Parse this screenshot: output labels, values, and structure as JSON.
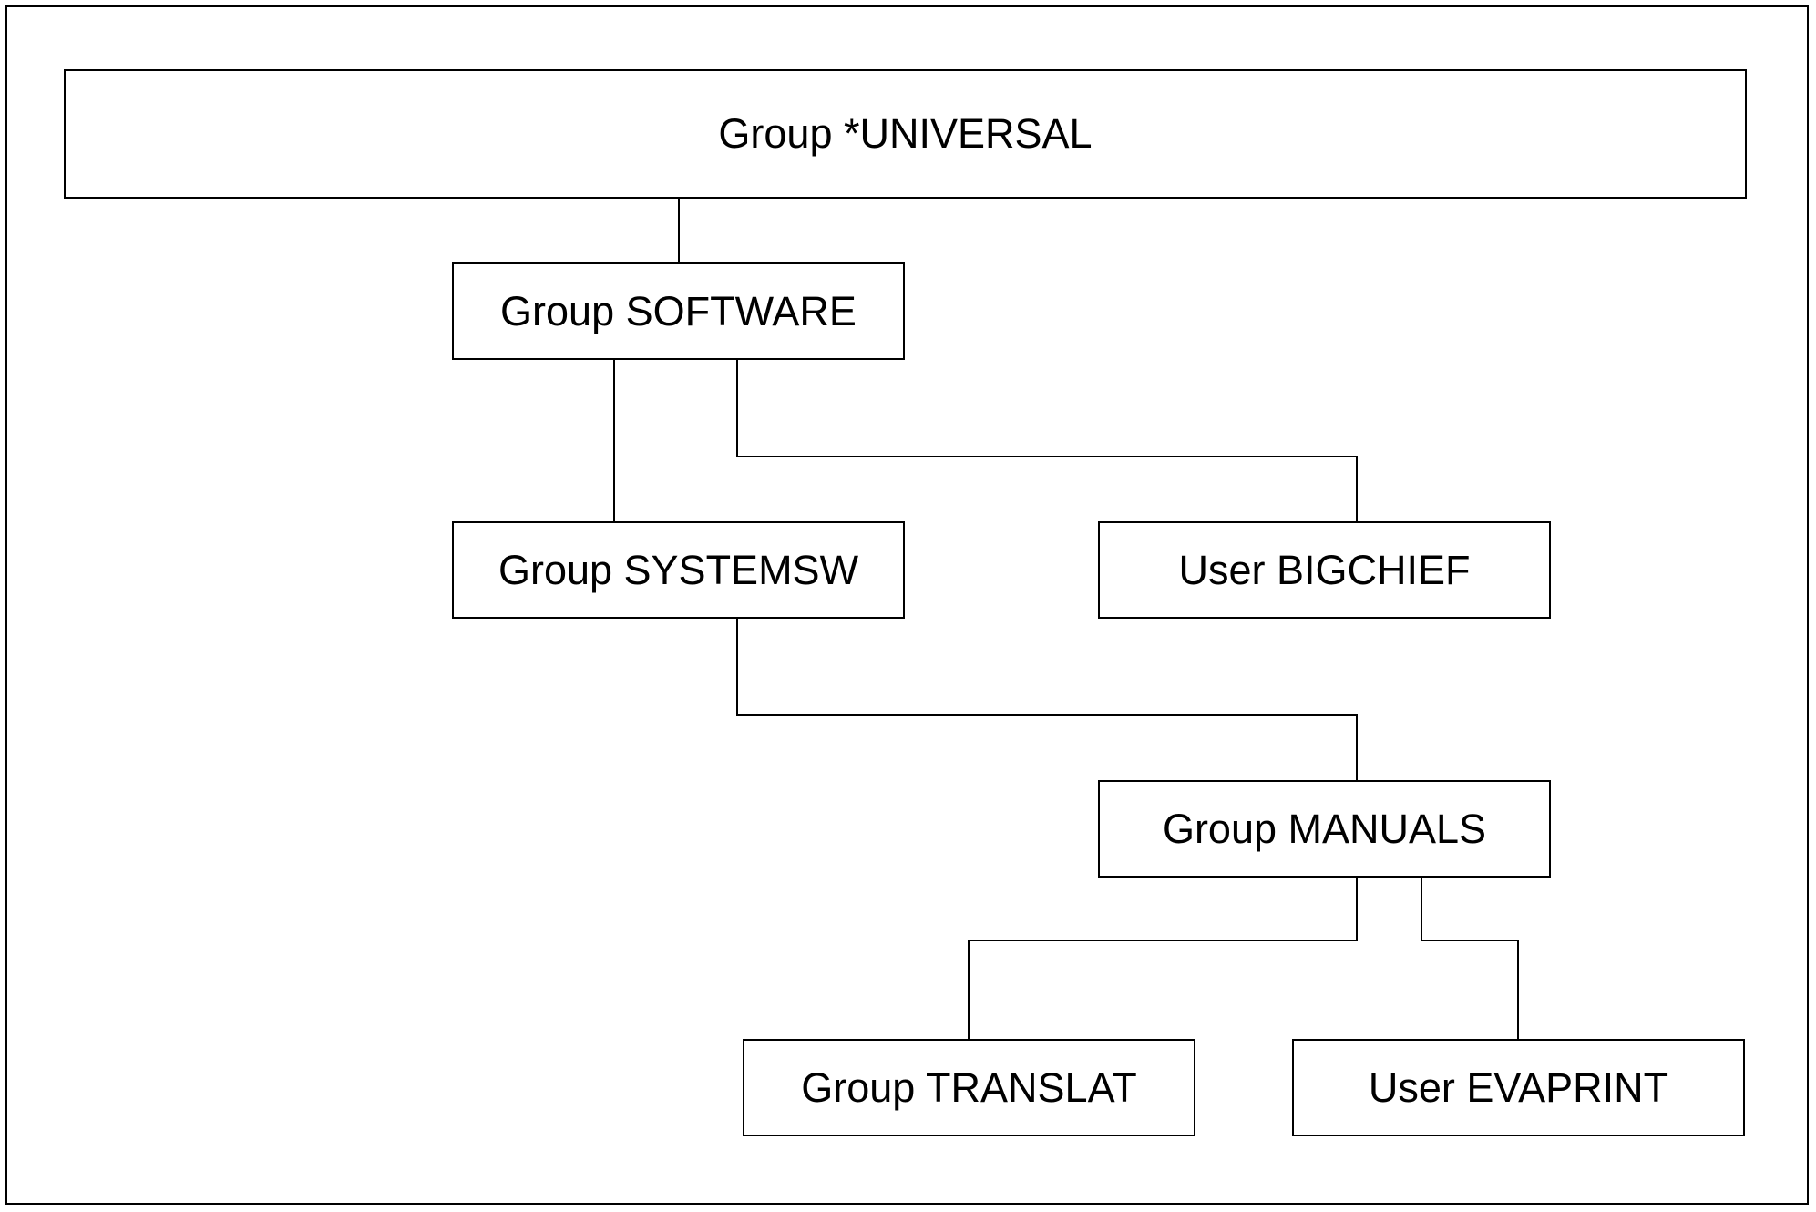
{
  "diagram": {
    "nodes": {
      "universal": "Group *UNIVERSAL",
      "software": "Group SOFTWARE",
      "systemsw": "Group SYSTEMSW",
      "bigchief": "User BIGCHIEF",
      "manuals": "Group MANUALS",
      "translat": "Group TRANSLAT",
      "evaprint": "User EVAPRINT"
    },
    "edges": [
      {
        "from": "universal",
        "to": "software"
      },
      {
        "from": "software",
        "to": "systemsw"
      },
      {
        "from": "software",
        "to": "bigchief"
      },
      {
        "from": "systemsw",
        "to": "manuals"
      },
      {
        "from": "manuals",
        "to": "translat"
      },
      {
        "from": "manuals",
        "to": "evaprint"
      }
    ]
  }
}
